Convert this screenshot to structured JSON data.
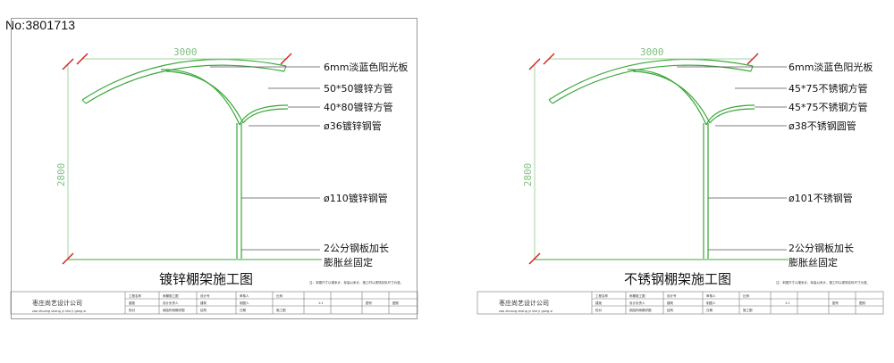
{
  "image_id_label": "No:3801713",
  "colors": {
    "frame": "#3aa83a",
    "frame_light": "#9fd59f",
    "dim_red": "#d02020",
    "dim_text": "#8cc48c",
    "leader": "#555555"
  },
  "left_drawing": {
    "title": "镀锌棚架施工图",
    "span_dim": "3000",
    "height_dim": "2800",
    "callouts": [
      "6mm淡蓝色阳光板",
      "50*50镀锌方管",
      "40*80镀锌方管",
      "ø36镀锌钢管",
      "ø110镀锌钢管",
      "2公分钢板加长",
      "膨胀丝固定"
    ],
    "note": "注：本图尺寸以毫米计，标高以米计，施工时以现场实际尺寸为准。",
    "title_block": {
      "company": "枣庄尚艺设计公司",
      "company_pinyin": "zao zhuang shang yi she ji gong si",
      "cells": [
        "工程名称",
        "雨棚施工图",
        "设计号",
        "审核人",
        "比例",
        "1:1",
        "图号",
        "图别",
        "建施",
        "设计负责人",
        "钢结构雨棚详图",
        "建筑",
        "制图人",
        "日期",
        "施工图",
        "校对",
        "结构"
      ]
    }
  },
  "right_drawing": {
    "title": "不锈钢棚架施工图",
    "span_dim": "3000",
    "height_dim": "2800",
    "callouts": [
      "6mm淡蓝色阳光板",
      "45*75不锈钢方管",
      "45*75不锈钢方管",
      "ø38不锈钢圆管",
      "ø101不锈钢管",
      "2公分钢板加长",
      "膨胀丝固定"
    ],
    "note": "注：本图尺寸以毫米计，标高以米计，施工时以现场实际尺寸为准。",
    "title_block": {
      "company": "枣庄尚艺设计公司",
      "company_pinyin": "zao zhuang shang yi she ji gong si",
      "cells": [
        "工程名称",
        "雨棚施工图",
        "设计号",
        "审核人",
        "比例",
        "1:1",
        "图号",
        "图别",
        "建施",
        "设计负责人",
        "钢结构雨棚详图",
        "建筑",
        "制图人",
        "日期",
        "施工图",
        "校对",
        "结构"
      ]
    }
  }
}
